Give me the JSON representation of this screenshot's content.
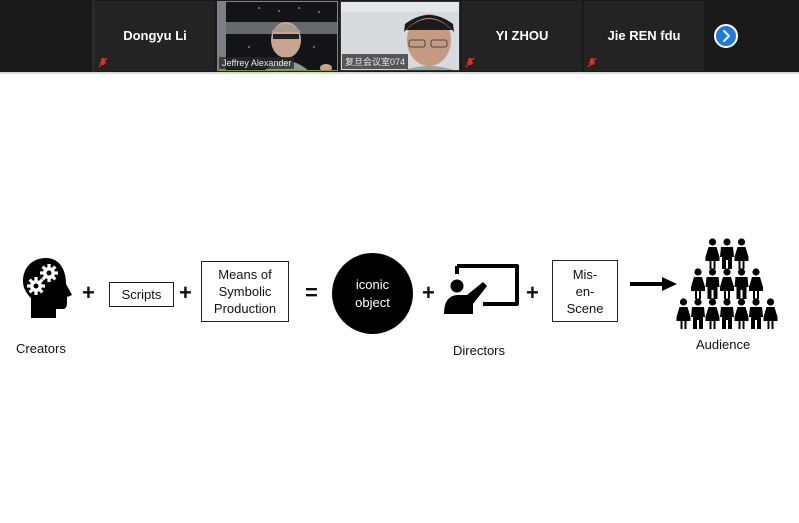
{
  "meeting_strip": {
    "participants": [
      {
        "name": "Dongyu Li",
        "video": false,
        "muted": true
      },
      {
        "name": "Jeffrey Alexander",
        "video": true,
        "active_speaker": true,
        "muted": false
      },
      {
        "name": "复旦会议室074",
        "video": true,
        "muted": false
      },
      {
        "name": "YI ZHOU",
        "video": false,
        "muted": true
      },
      {
        "name": "Jie REN fdu",
        "video": false,
        "muted": true
      }
    ],
    "next_page_icon": "chevron-right-icon",
    "accent_color": "#1f7ae0",
    "mute_color": "#d9312b"
  },
  "slide": {
    "creators_label": "Creators",
    "creators_icon": "head-gears-icon",
    "plus": "+",
    "equals": "=",
    "scripts_label": "Scripts",
    "means_label_lines": [
      "Means of",
      "Symbolic",
      "Production"
    ],
    "iconic_lines": [
      "iconic",
      "object"
    ],
    "directors_label": "Directors",
    "directors_icon": "presenter-board-icon",
    "mise_lines": [
      "Mis-",
      "en-",
      "Scene"
    ],
    "arrow_icon": "arrow-right-icon",
    "audience_label": "Audience",
    "audience_icon": "crowd-icon"
  }
}
